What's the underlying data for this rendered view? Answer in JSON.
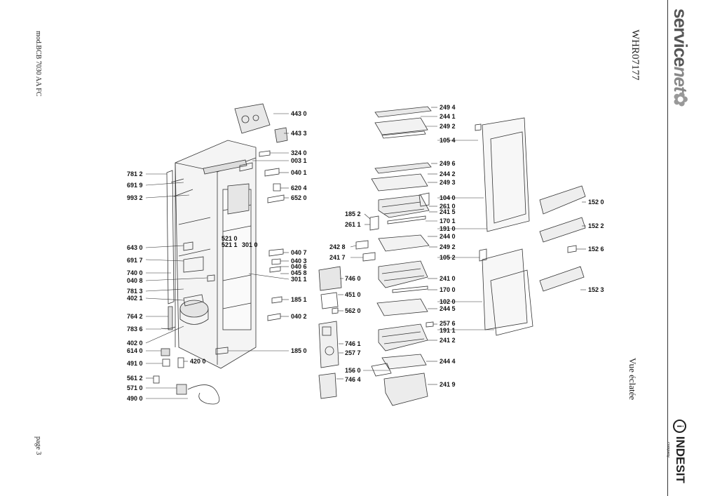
{
  "model_text": "mod.BCB 7030 AA FC",
  "page_text": "page 3",
  "doc_code": "WHR07177",
  "view_title": "Vue éclatée",
  "brand_top": {
    "text_a": "service",
    "text_b": "net"
  },
  "brand_bottom": {
    "text": "INDESIT",
    "sub": "company"
  },
  "part_labels": {
    "p4430": "443 0",
    "p4433": "443 3",
    "p3240": "324 0",
    "p0031": "003 1",
    "p7812": "781 2",
    "p0401": "040 1",
    "p6919": "691 9",
    "p6204": "620 4",
    "p9932": "993 2",
    "p6520": "652 0",
    "p5210": "521 0",
    "p5211": "521 1",
    "p3010": "301 0",
    "p6430": "643 0",
    "p0407": "040 7",
    "p0403": "040 3",
    "p6917": "691 7",
    "p0406": "040 6",
    "p7400": "740 0",
    "p0458": "045 8",
    "p0408": "040 8",
    "p3011": "301 1",
    "p7813": "781 3",
    "p4021": "402 1",
    "p1851": "185 1",
    "p7642": "764 2",
    "p0402": "040 2",
    "p7836": "783 6",
    "p4020": "402 0",
    "p6140": "614 0",
    "p1850": "185 0",
    "p4200": "420 0",
    "p4910": "491 0",
    "p5612": "561 2",
    "p5710": "571 0",
    "p4900": "490 0",
    "p2494": "249 4",
    "p2441": "244 1",
    "p2492": "249 2",
    "p1054": "105 4",
    "p2496": "249 6",
    "p2442": "244 2",
    "p2493": "249 3",
    "p1040": "104 0",
    "p1520": "152 0",
    "p1852": "185 2",
    "p2610": "261 0",
    "p2415": "241 5",
    "p2611": "261 1",
    "p1701": "170 1",
    "p1910": "191 0",
    "p1522": "152 2",
    "p2440": "244 0",
    "p2428": "242 8",
    "p2492b": "249 2",
    "p1526": "152 6",
    "p2417": "241 7",
    "p1052": "105 2",
    "p7460": "746 0",
    "p2410": "241 0",
    "p4510": "451 0",
    "p1700": "170 0",
    "p1523": "152 3",
    "p1020": "102 0",
    "p5620": "562 0",
    "p2445": "244 5",
    "p2576": "257 6",
    "p1911": "191 1",
    "p7461": "746 1",
    "p2412": "241 2",
    "p2577": "257 7",
    "p2444": "244 4",
    "p1560": "156 0",
    "p7464": "746 4",
    "p2419": "241 9"
  }
}
